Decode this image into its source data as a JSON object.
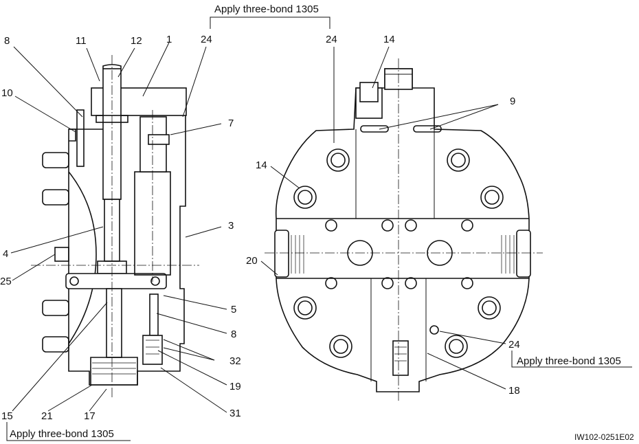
{
  "notes": {
    "top": "Apply three-bond 1305",
    "right": "Apply three-bond 1305",
    "bottom_left": "Apply three-bond 1305"
  },
  "drawing_code": "IW102-0251E02",
  "callouts": {
    "c8_top": "8",
    "c11": "11",
    "c12": "12",
    "c1": "1",
    "c24_left": "24",
    "c10": "10",
    "c7": "7",
    "c3": "3",
    "c4": "4",
    "c25": "25",
    "c5": "5",
    "c8_bottom": "8",
    "c32": "32",
    "c19": "19",
    "c31": "31",
    "c15": "15",
    "c21": "21",
    "c17": "17",
    "c24_right": "24",
    "c14_top": "14",
    "c9": "9",
    "c14_left": "14",
    "c20": "20",
    "c24_lower": "24",
    "c18": "18"
  }
}
